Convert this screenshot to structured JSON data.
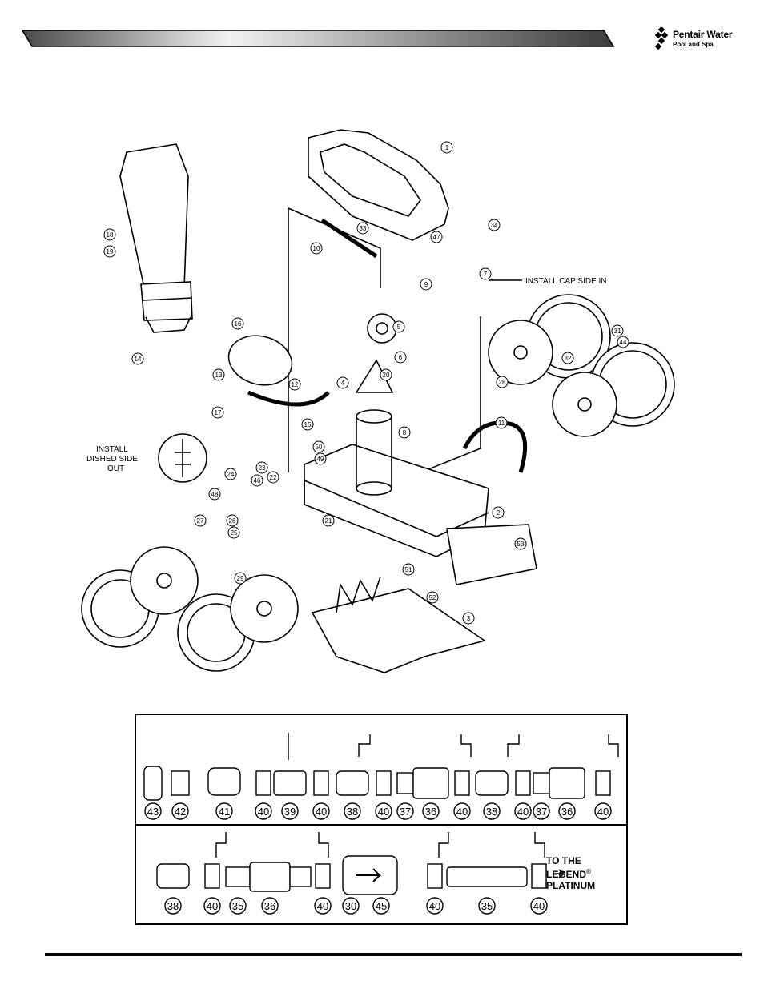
{
  "brand": {
    "name": "Pentair Water",
    "sub": "Pool and Spa"
  },
  "diagram": {
    "callouts": {
      "install_cap": "INSTALL CAP SIDE IN",
      "install_dished_1": "INSTALL",
      "install_dished_2": "DISHED SIDE",
      "install_dished_3": "OUT"
    },
    "part_numbers": [
      "1",
      "2",
      "3",
      "4",
      "5",
      "6",
      "7",
      "8",
      "9",
      "10",
      "11",
      "12",
      "13",
      "14",
      "15",
      "16",
      "17",
      "18",
      "19",
      "20",
      "21",
      "22",
      "23",
      "24",
      "25",
      "26",
      "27",
      "28",
      "29",
      "31",
      "32",
      "33",
      "34",
      "44",
      "46",
      "47",
      "48",
      "49",
      "50",
      "51",
      "52",
      "53"
    ]
  },
  "hose_kit": {
    "row1_parts": [
      "43",
      "42",
      "41",
      "40",
      "39",
      "40",
      "38",
      "40",
      "37",
      "36",
      "40",
      "38",
      "40",
      "37",
      "36",
      "40"
    ],
    "row2_parts": [
      "38",
      "40",
      "35",
      "36",
      "40",
      "30",
      "45",
      "40",
      "35",
      "40"
    ],
    "note_line1": "TO THE",
    "note_line2": "LEGEND",
    "note_reg": "®",
    "note_line3": "PLATINUM"
  },
  "colors": {
    "ink": "#000000",
    "bar_dark": "#4a4a4a",
    "bar_light": "#f2f2f2"
  }
}
